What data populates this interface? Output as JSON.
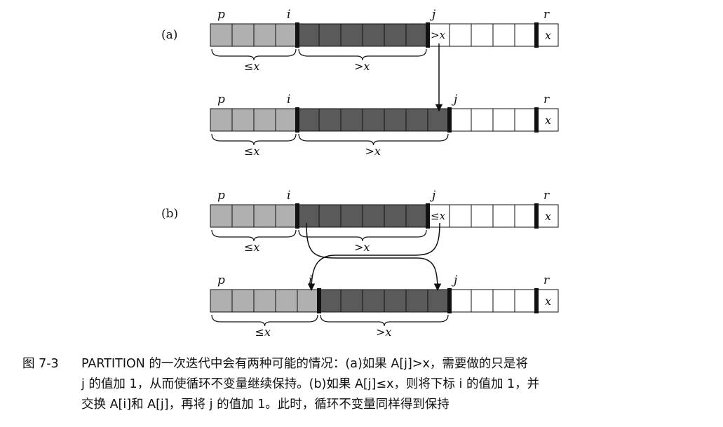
{
  "labels": {
    "p": "p",
    "i": "i",
    "j": "j",
    "r": "r"
  },
  "panels": [
    {
      "tag": "(a)",
      "rows": [
        {
          "id": "a-before",
          "i_after": 4,
          "j_after": 10,
          "cell_x_label": ">x",
          "group1": "≤x",
          "group2": ">x"
        },
        {
          "id": "a-after",
          "i_after": 4,
          "j_after": 11,
          "cell_x_label": "",
          "group1": "≤x",
          "group2": ">x"
        }
      ]
    },
    {
      "tag": "(b)",
      "rows": [
        {
          "id": "b-before",
          "i_after": 4,
          "j_after": 10,
          "cell_x_label": "≤x",
          "group1": "≤x",
          "group2": ">x"
        },
        {
          "id": "b-after",
          "i_after": 5,
          "j_after": 11,
          "cell_x_label": "",
          "group1": "≤x",
          "group2": ">x"
        }
      ]
    }
  ],
  "last_cell_label": "x",
  "caption": {
    "number": "图 7-3",
    "line1": "PARTITION 的一次迭代中会有两种可能的情况：(a)如果 A[j]>x，需要做的只是将",
    "line2": "j 的值加 1，从而使循环不变量继续保持。(b)如果 A[j]≤x，则将下标 i 的值加 1，并",
    "line3": "交换 A[i]和 A[j]，再将 j 的值加 1。此时，循环不变量同样得到保持"
  },
  "colors": {
    "light_gray": "#b0b0b0",
    "dark_gray": "#5a5a5a",
    "white": "#ffffff",
    "line": "#111111"
  }
}
